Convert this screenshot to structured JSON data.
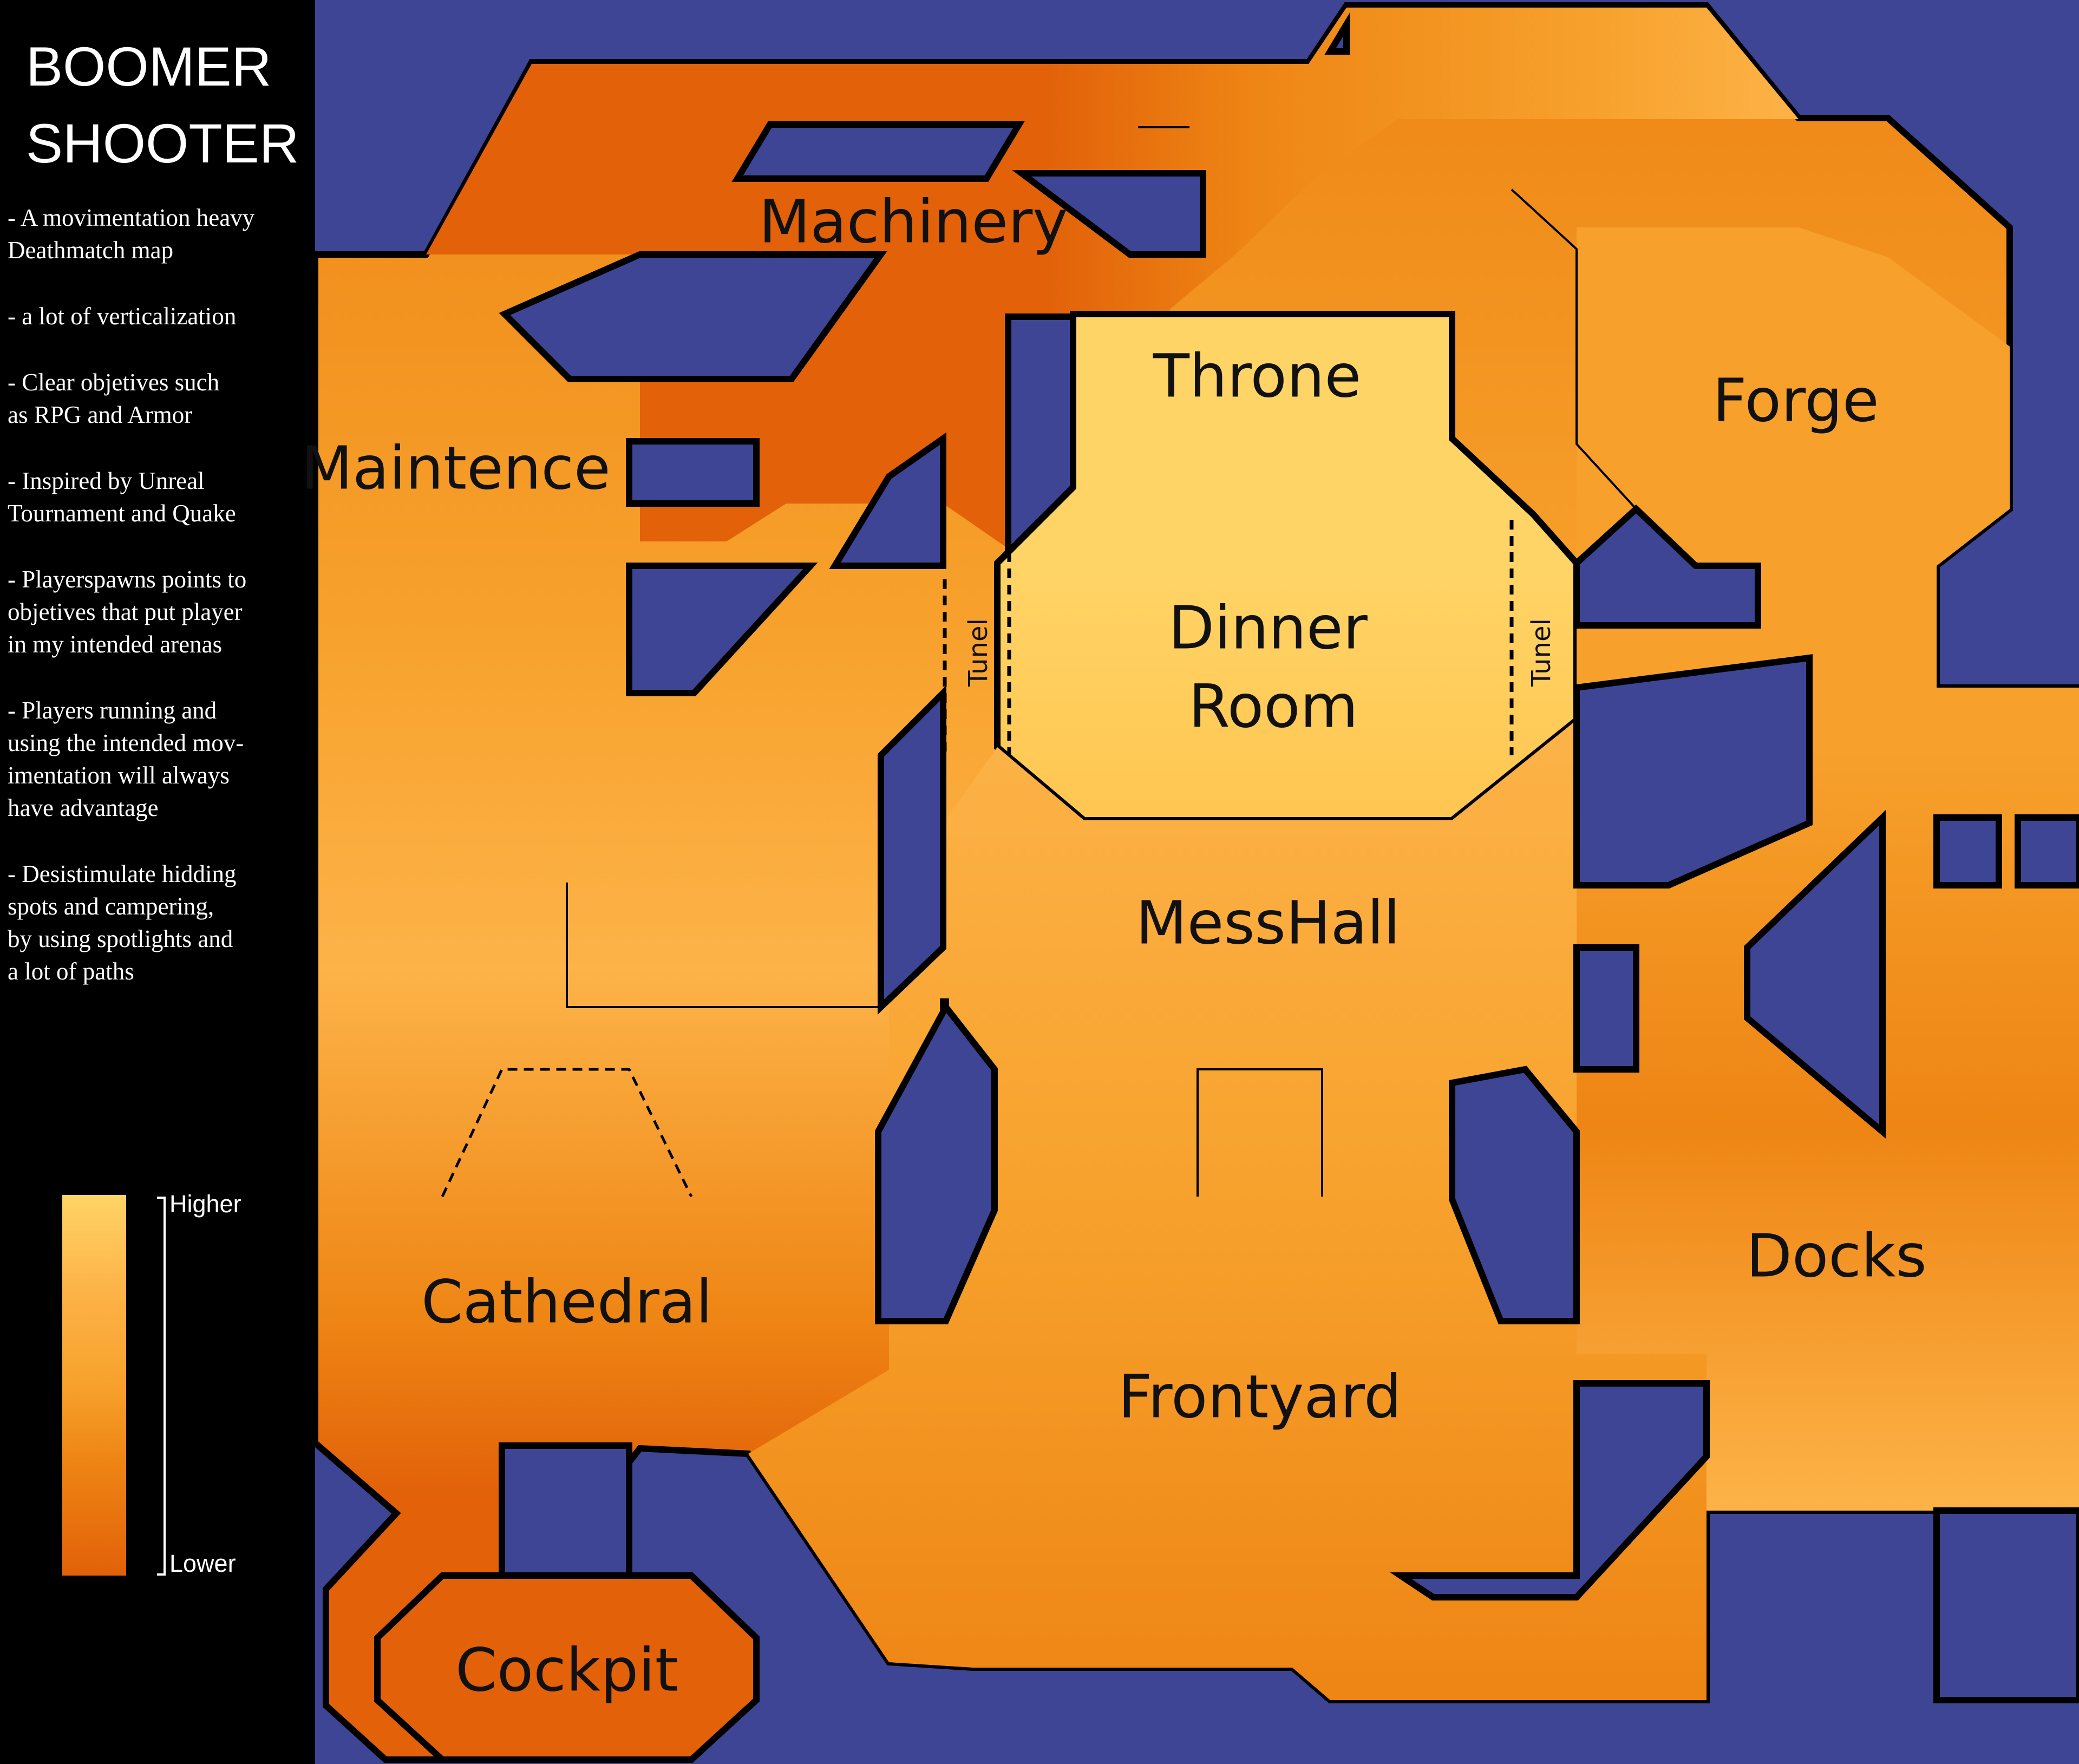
{
  "sidebar": {
    "title_line1": "BOOMER",
    "title_line2": "SHOOTER",
    "notes": [
      "- A movimentation heavy\n   Deathmatch map",
      "- a lot of verticalization",
      "- Clear objetives such\n   as RPG and Armor",
      "- Inspired by Unreal\n   Tournament and Quake",
      "- Playerspawns points to\n   objetives that put player\n   in my intended arenas",
      "- Players running and\n   using the intended mov-\n   imentation will always\n   have advantage",
      "- Desistimulate hidding\n   spots and campering,\n   by using spotlights and\n   a lot of paths"
    ]
  },
  "legend": {
    "higher_label": "Higher",
    "lower_label": "Lower",
    "colors": [
      "#ffd466",
      "#fdb348",
      "#f7a12c",
      "#ee8514",
      "#e26109"
    ]
  },
  "map": {
    "background_color": "#3e4594",
    "areas": {
      "machinery": "Machinery",
      "throne": "Throne",
      "forge": "Forge",
      "maintence": "Maintence",
      "dinner_room_line1": "Dinner",
      "dinner_room_line2": "Room",
      "messhall": "MessHall",
      "cathedral": "Cathedral",
      "docks": "Docks",
      "frontyard": "Frontyard",
      "cockpit": "Cockpit"
    },
    "tunnels": {
      "left": "Tunel",
      "right": "Tunel"
    },
    "elevation_colors": {
      "highest": "#ffd466",
      "high": "#fdb348",
      "mid": "#f7a12c",
      "low_mid": "#ee8514",
      "lowest": "#e26109"
    }
  }
}
